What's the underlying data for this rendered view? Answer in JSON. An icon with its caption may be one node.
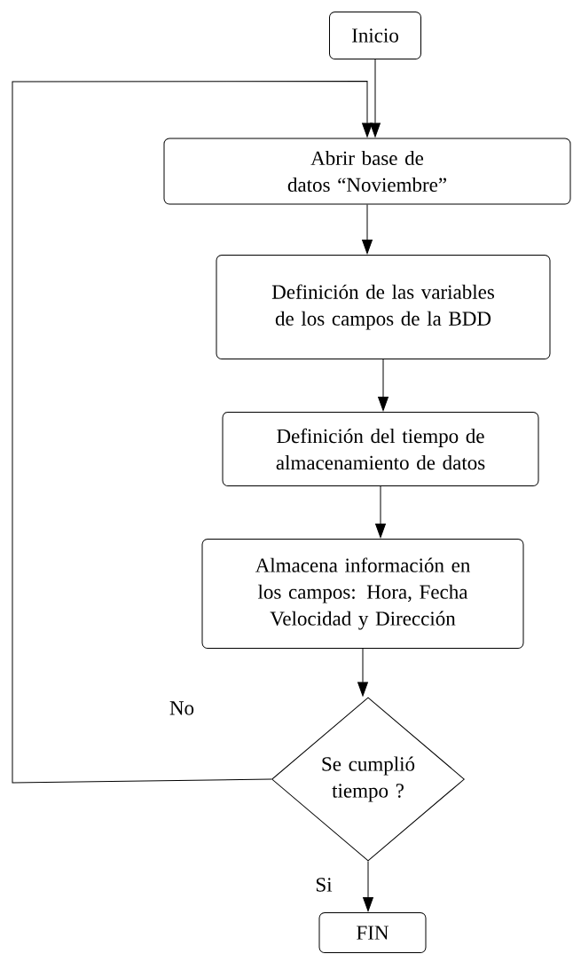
{
  "diagram": {
    "nodes": [
      {
        "text": [
          "Inicio"
        ]
      },
      {
        "text": [
          "Abrir base de datos “Noviembre”"
        ]
      },
      {
        "text": [
          "Definición de las variables de los campos de la BDD"
        ]
      },
      {
        "text": [
          "Definición del tiempo de almacenamiento de datos"
        ]
      },
      {
        "text": [
          "Almacena información en los campos: Hora, Fecha Velocidad y Dirección"
        ]
      },
      {
        "text": [
          "Se cumplió tiempo ?"
        ]
      },
      {
        "text": [
          "FIN"
        ]
      }
    ],
    "edges": [
      {
        "from": 0,
        "to": 1,
        "arrow": "to"
      },
      {
        "from": 1,
        "to": 2,
        "arrow": "to"
      },
      {
        "from": 2,
        "to": 3,
        "arrow": "to"
      },
      {
        "from": 3,
        "to": 4,
        "arrow": "to"
      },
      {
        "from": 4,
        "to": 5,
        "arrow": "to"
      },
      {
        "from": 5,
        "to": 1,
        "arrow": "to",
        "label": "No"
      },
      {
        "from": 5,
        "to": 6,
        "arrow": "to",
        "label": "Si"
      }
    ]
  }
}
